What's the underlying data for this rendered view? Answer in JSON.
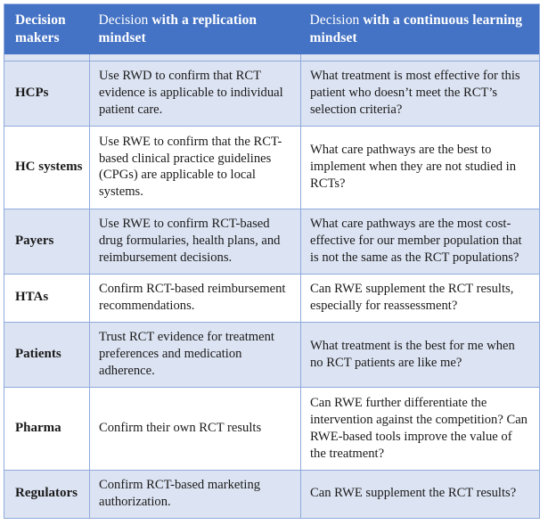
{
  "table": {
    "colors": {
      "header_background": "#4472c4",
      "header_text": "#ffffff",
      "shaded_row_background": "#dce3f2",
      "plain_row_background": "#ffffff",
      "border": "#8faadc",
      "body_text": "#1a1a1a"
    },
    "headers": {
      "col1_line1": "Decision",
      "col1_line2": "makers",
      "col2_lead": "Decision ",
      "col2_bold": "with a replication mindset",
      "col3_lead": "Decision ",
      "col3_bold": "with a continuous learning mindset"
    },
    "rows": [
      {
        "maker": "HCPs",
        "replication": "Use RWD to confirm that RCT evidence is applicable to individual patient care.",
        "continuous": "What treatment is most effective for this patient who doesn’t meet the RCT’s selection criteria?",
        "shaded": true
      },
      {
        "maker": "HC systems",
        "replication": "Use RWE to confirm that the RCT-based clinical practice guidelines (CPGs) are applicable to local systems.",
        "continuous": "What care pathways are the best to implement when they are not studied in RCTs?",
        "shaded": false
      },
      {
        "maker": "Payers",
        "replication": "Use RWE to confirm RCT-based drug formularies, health plans, and reimbursement decisions.",
        "continuous": "What care pathways are the most cost-effective for our member population that is not the same as the RCT populations?",
        "shaded": true
      },
      {
        "maker": "HTAs",
        "replication": "Confirm RCT-based reimbursement recommendations.",
        "continuous": "Can RWE supplement the RCT results, especially for reassessment?",
        "shaded": false
      },
      {
        "maker": "Patients",
        "replication": "Trust RCT evidence for treatment preferences and medication adherence.",
        "continuous": "What treatment is the best for me when no RCT patients are like me?",
        "shaded": true
      },
      {
        "maker": "Pharma",
        "replication": "Confirm their own RCT results",
        "continuous": "Can RWE further differentiate the intervention against the competition? Can RWE-based tools improve the value of the treatment?",
        "shaded": false
      },
      {
        "maker": "Regulators",
        "replication": "Confirm RCT-based marketing authorization.",
        "continuous": "Can RWE supplement the RCT results?",
        "shaded": true
      }
    ]
  }
}
